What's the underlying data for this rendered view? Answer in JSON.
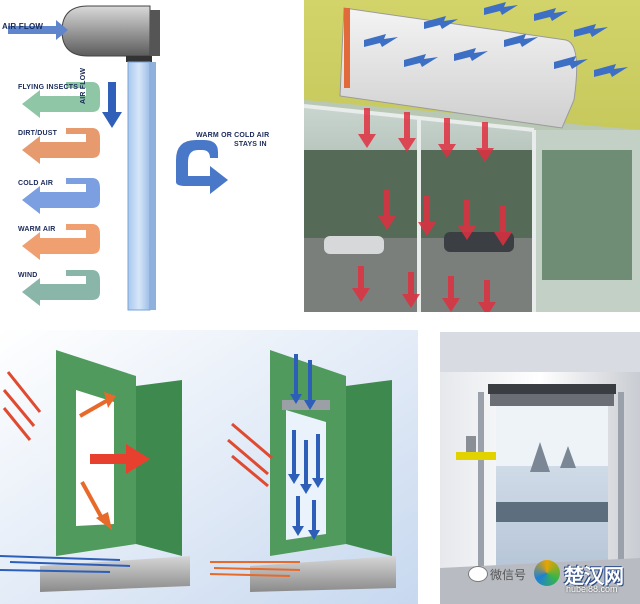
{
  "air_curtain_diagram": {
    "air_flow_top": "AIR FLOW",
    "air_flow_vertical": "AIR FLOW",
    "warm_or_cold_line1": "WARM OR COLD AIR",
    "warm_or_cold_line2": "STAYS IN",
    "blocked_items": [
      {
        "label": "FLYING INSECTS",
        "color": "#8fc7a6"
      },
      {
        "label": "DIRT/DUST",
        "color": "#e69a6e"
      },
      {
        "label": "COLD AIR",
        "color": "#7b9fe0"
      },
      {
        "label": "WARM AIR",
        "color": "#f0a070"
      },
      {
        "label": "WIND",
        "color": "#8ab5a9"
      }
    ]
  },
  "watermark": {
    "left_text": "微信号",
    "brand": "楚汉网",
    "url": "hubei88.com"
  },
  "colors": {
    "arrow_blue": "#3d6fc4",
    "arrow_red": "#e03040",
    "wall_green": "#4f9a5c",
    "air_column": "#b9d4f2"
  }
}
